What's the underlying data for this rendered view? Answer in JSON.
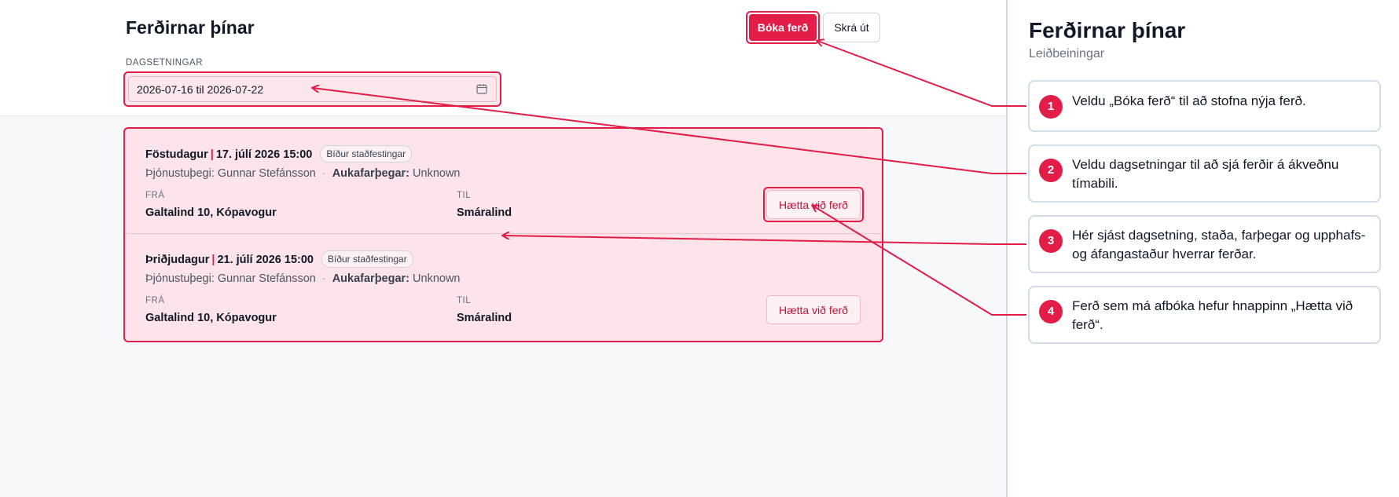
{
  "header": {
    "title": "Ferðirnar þínar",
    "book_label": "Bóka ferð",
    "logout_label": "Skrá út"
  },
  "filters": {
    "date_label": "DAGSETNINGAR",
    "date_value": "2026-07-16 til 2026-07-22"
  },
  "trips": [
    {
      "day": "Föstudagur",
      "date": "17. júlí 2026 15:00",
      "status": "Bíður staðfestingar",
      "driver_label": "Þjónustuþegi:",
      "driver": "Gunnar Stefánsson",
      "extra_label": "Aukafarþegar:",
      "extra": "Unknown",
      "from_label": "FRÁ",
      "from": "Galtalind 10, Kópavogur",
      "to_label": "TIL",
      "to": "Smáralind",
      "cancel_label": "Hætta við ferð"
    },
    {
      "day": "Þriðjudagur",
      "date": "21. júlí 2026 15:00",
      "status": "Bíður staðfestingar",
      "driver_label": "Þjónustuþegi:",
      "driver": "Gunnar Stefánsson",
      "extra_label": "Aukafarþegar:",
      "extra": "Unknown",
      "from_label": "FRÁ",
      "from": "Galtalind 10, Kópavogur",
      "to_label": "TIL",
      "to": "Smáralind",
      "cancel_label": "Hætta við ferð"
    }
  ],
  "sidebar": {
    "title": "Ferðirnar þínar",
    "subtitle": "Leiðbeiningar",
    "steps": [
      {
        "num": "1",
        "text": "Veldu „Bóka ferð“ til að stofna nýja ferð."
      },
      {
        "num": "2",
        "text": "Veldu dagsetningar til að sjá ferðir á ákveðnu tímabili."
      },
      {
        "num": "3",
        "text": "Hér sjást dagsetning, staða, farþegar og upphafs- og áfangastaður hverrar ferðar."
      },
      {
        "num": "4",
        "text": "Ferð sem má afbóka hefur hnappinn „Hætta við ferð“."
      }
    ]
  },
  "colors": {
    "accent": "#e11d48",
    "highlight_fill": "#fde4ea"
  },
  "icons": {
    "date": "calendar-icon"
  }
}
